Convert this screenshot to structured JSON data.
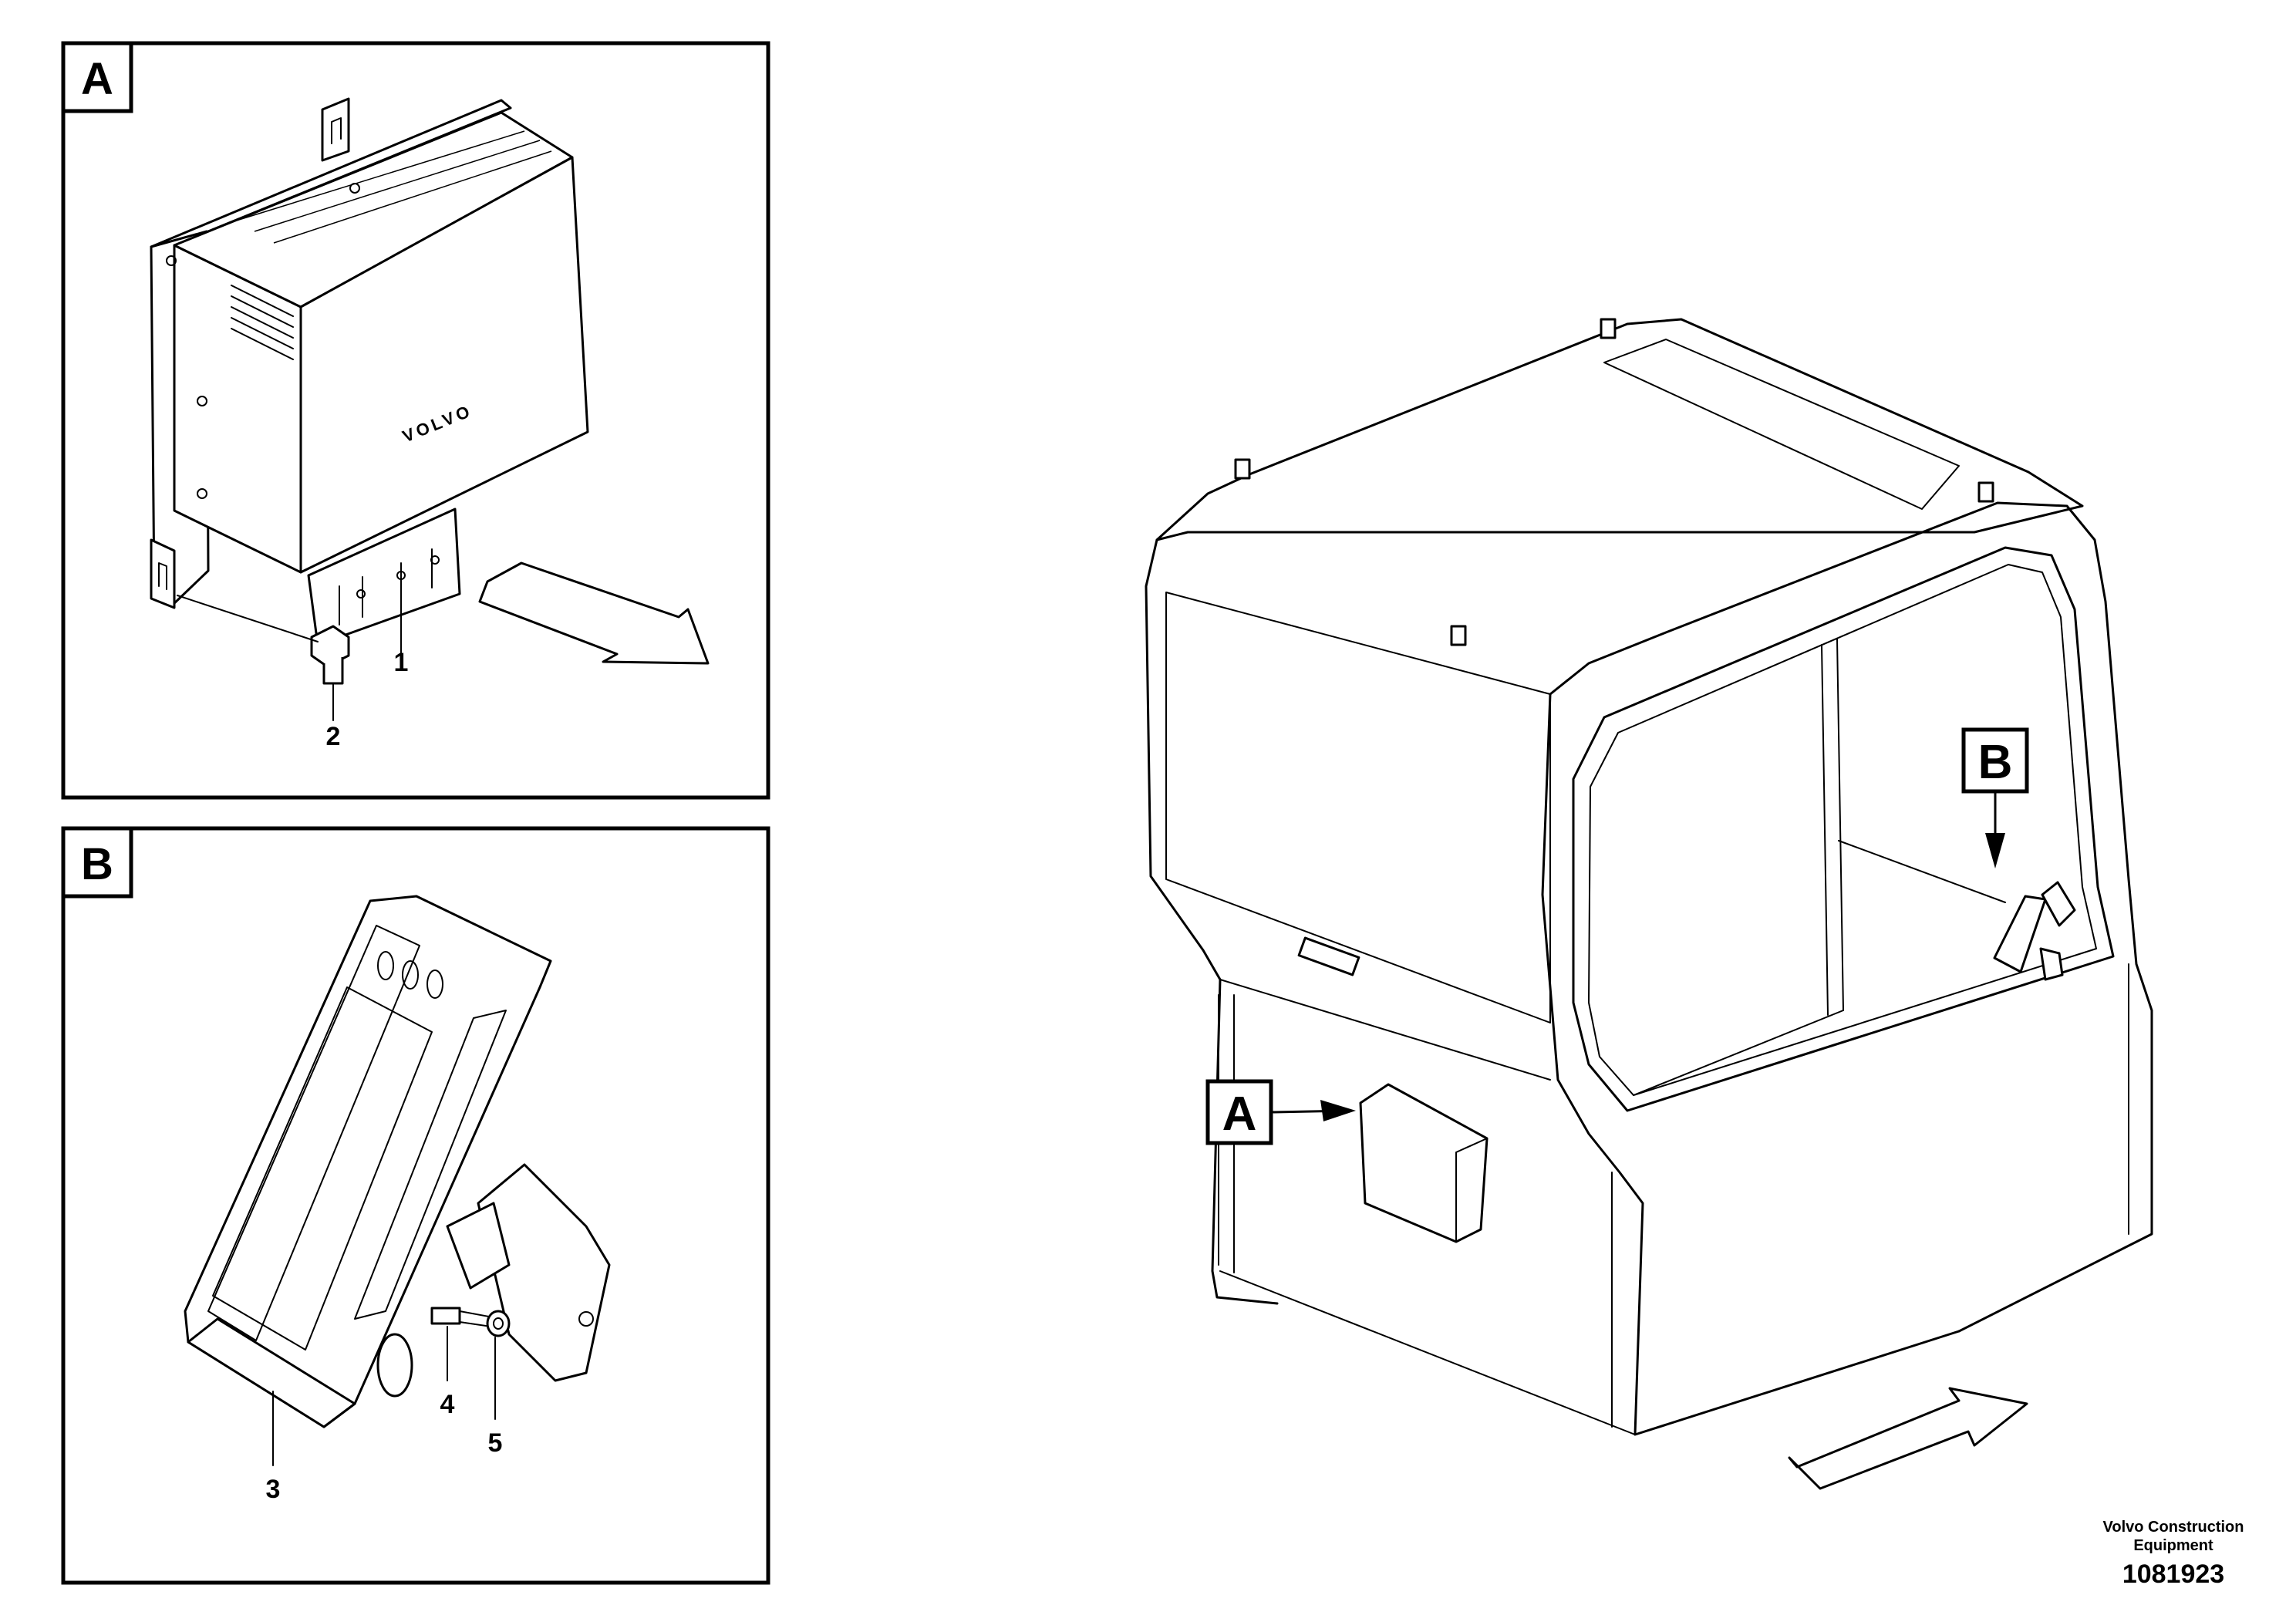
{
  "panels": {
    "a": {
      "letter": "A"
    },
    "b": {
      "letter": "B"
    }
  },
  "callouts": [
    "1",
    "2",
    "3",
    "4",
    "5"
  ],
  "cab_tags": {
    "a": "A",
    "b": "B"
  },
  "control_unit_brand": "VOLVO",
  "footer": {
    "company_line1": "Volvo Construction",
    "company_line2": "Equipment",
    "drawing_number": "1081923"
  }
}
